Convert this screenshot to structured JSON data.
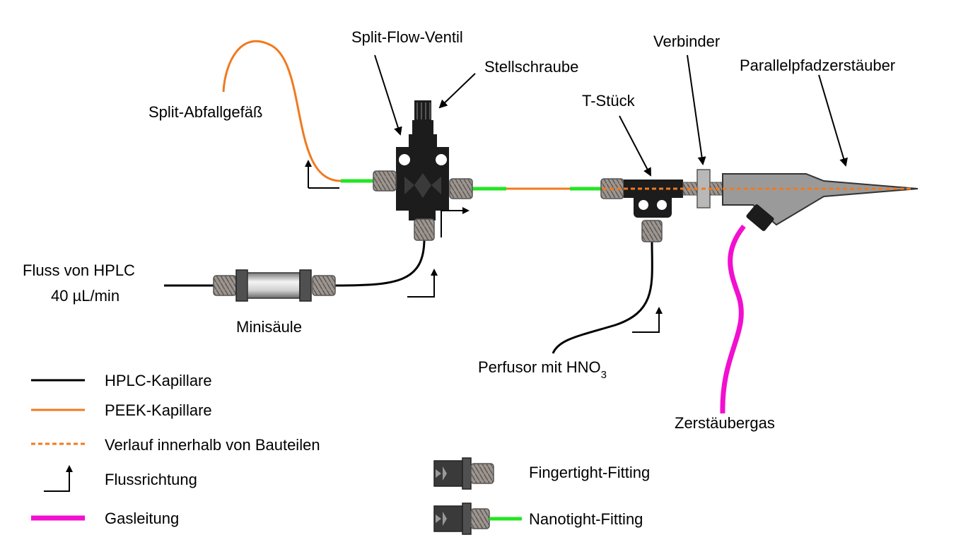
{
  "labels": {
    "split_flow_ventil": "Split-Flow-Ventil",
    "stellschraube": "Stellschraube",
    "verbinder": "Verbinder",
    "parallelpfad": "Parallelpfadzerstäuber",
    "split_abfall": "Split-Abfallgefäß",
    "t_stueck": "T-Stück",
    "fluss_line1": "Fluss von HPLC",
    "fluss_line2": "40 µL/min",
    "minisaeule": "Minisäule",
    "perfusor_main": "Perfusor mit HNO",
    "perfusor_sub": "3",
    "zerstaeubergas": "Zerstäubergas"
  },
  "legend": [
    {
      "label": "HPLC-Kapillare",
      "style": "solid",
      "color": "#000000"
    },
    {
      "label": "PEEK-Kapillare",
      "style": "solid",
      "color": "#f07a1f"
    },
    {
      "label": "Verlauf innerhalb von Bauteilen",
      "style": "dashed",
      "color": "#f07a1f"
    },
    {
      "label": "Flussrichtung",
      "style": "arrow",
      "color": "#000000"
    },
    {
      "label": "Gasleitung",
      "style": "thick",
      "color": "#f20fd0"
    },
    {
      "label": "Fingertight-Fitting",
      "style": "fitting",
      "color": "#a39a94"
    },
    {
      "label": "Nanotight-Fitting",
      "style": "fitting-green",
      "color": "#22e622"
    }
  ],
  "colors": {
    "hplc": "#000000",
    "peek": "#f07a1f",
    "nano": "#22e622",
    "gas": "#f20fd0",
    "fitting": "#a39a94",
    "component": "#1c1c1c",
    "nebulizer": "#9a9a9a"
  }
}
